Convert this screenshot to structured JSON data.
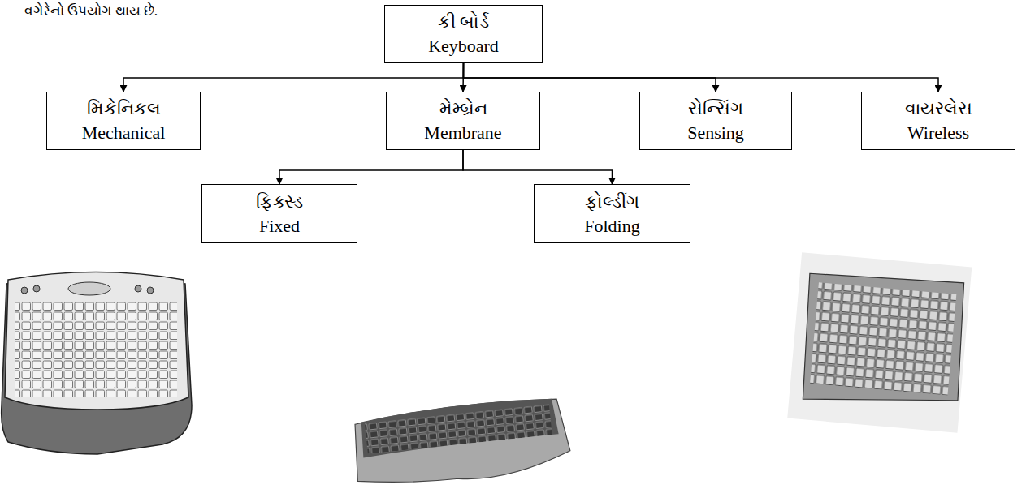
{
  "diagram": {
    "nodes": [
      {
        "text": [
          "કી બોર્ડ",
          "Keyboard"
        ]
      },
      {
        "text": [
          "મિકેનિકલ",
          "Mechanical"
        ]
      },
      {
        "text": [
          "મેમ્બ્રેન",
          "Membrane"
        ]
      },
      {
        "text": [
          "સેન્સિંગ",
          "Sensing"
        ]
      },
      {
        "text": [
          "વાયરલેસ",
          "Wireless"
        ]
      },
      {
        "text": [
          "ફિક્સ્ડ",
          "Fixed"
        ]
      },
      {
        "text": [
          "ફોલ્ડીંગ",
          "Folding"
        ]
      }
    ],
    "edges": [
      {
        "from": 0,
        "to": 1,
        "arrow": "to"
      },
      {
        "from": 0,
        "to": 2,
        "arrow": "to"
      },
      {
        "from": 0,
        "to": 3,
        "arrow": "to"
      },
      {
        "from": 0,
        "to": 4,
        "arrow": "to"
      },
      {
        "from": 2,
        "to": 5,
        "arrow": "to"
      },
      {
        "from": 2,
        "to": 6,
        "arrow": "to"
      }
    ],
    "labels": [
      "વગેરેનો ઉપયોગ થાય છે."
    ]
  }
}
